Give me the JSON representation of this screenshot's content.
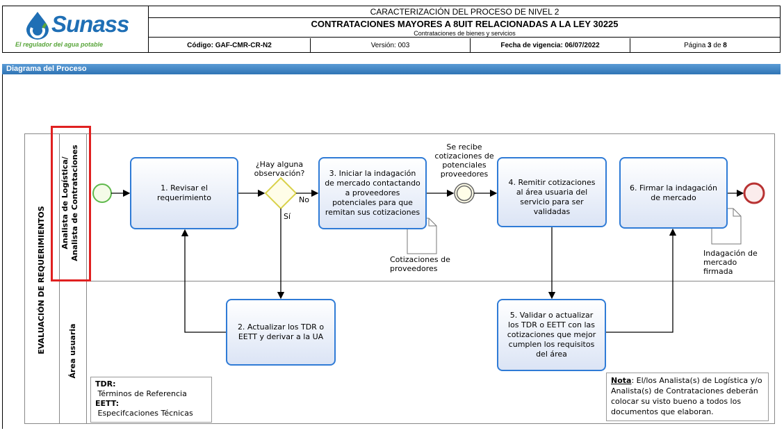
{
  "header": {
    "logo_name": "Sunass",
    "logo_tagline": "El regulador del agua potable",
    "title_line1": "CARACTERIZACIÓN DEL PROCESO DE NIVEL 2",
    "title_line2": "CONTRATACIONES MAYORES A 8UIT RELACIONADAS A LA LEY 30225",
    "subtitle": "Contrataciones de bienes y servicios",
    "code": "Código: GAF-CMR-CR-N2",
    "version": "Versión: 003",
    "validity": "Fecha de vigencia: 06/07/2022",
    "page_prefix": "Página ",
    "page_current": "3",
    "page_mid": " de ",
    "page_total": "8"
  },
  "section_title": "Diagrama del Proceso",
  "pool": {
    "name": "EVALUACIÓN DE REQUERIMIENTOS",
    "lane_top": "Analista de Logística/ Analista de Contrataciones",
    "lane_bottom": "Área usuaria"
  },
  "tasks": {
    "t1": "1. Revisar el requerimiento",
    "t2": "2. Actualizar los TDR o EETT y derivar a la UA",
    "t3": "3. Iniciar la indagación de mercado contactando a proveedores potenciales para que remitan sus cotizaciones",
    "t4": "4. Remitir cotizaciones al área usuaria del servicio para ser validadas",
    "t5": "5. Validar o actualizar los TDR o EETT con las cotizaciones que mejor cumplen los requisitos del área",
    "t6": "6. Firmar la indagación de mercado"
  },
  "gateway": {
    "question": "¿Hay alguna observación?",
    "no": "No",
    "yes": "Sí"
  },
  "event_intermediate": "Se recibe cotizaciones de potenciales proveedores",
  "documents": {
    "d1": "Cotizaciones de proveedores",
    "d2": "Indagación de mercado firmada"
  },
  "legend": {
    "tdr_abbr": "TDR:",
    "tdr_text": " Términos de Referencia",
    "eett_abbr": "EETT:",
    "eett_text": " Especifcaciones Técnicas"
  },
  "note": {
    "label": "Nota",
    "text": ": El/los Analista(s) de Logística y/o Analista(s) de Contrataciones deberán colocar su visto bueno a todos los documentos que elaboran."
  },
  "colors": {
    "logo_blue": "#1f6fb5",
    "logo_green": "#5aa63c",
    "band_blue": "#2f74b5",
    "task_border": "#2f7bd6",
    "highlight_red": "#e02020",
    "gateway_yellow": "#d9d14a",
    "start_green": "#5fb94c",
    "end_red": "#b83232"
  }
}
